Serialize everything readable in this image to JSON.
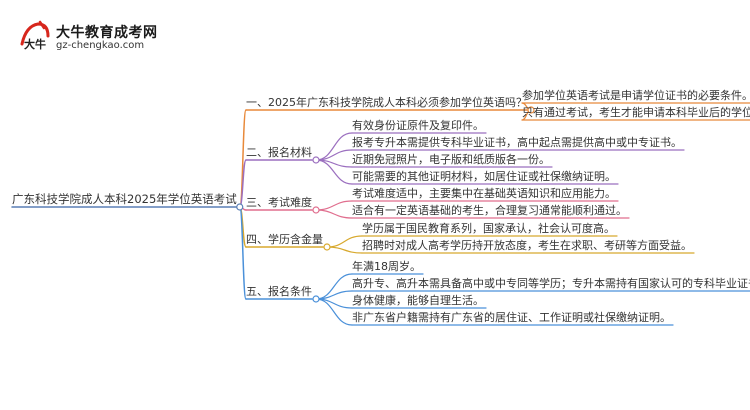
{
  "logo": {
    "title": "大牛教育成考网",
    "url": "gz-chengkao.com",
    "mark_text": "大牛"
  },
  "colors": {
    "root": "#5a7fb5",
    "b1": "#e8893a",
    "b2": "#9b6fbf",
    "b3": "#e06e8e",
    "b4": "#d8a92e",
    "b5": "#4a90d9",
    "logo_red": "#d7261c"
  },
  "mindmap": {
    "root": "广东科技学院成人本科2025年学位英语考试",
    "branches": [
      {
        "label": "一、2025年广东科技学院成人本科必须参加学位英语吗？",
        "children": [
          "参加学位英语考试是申请学位证书的必要条件。",
          "只有通过考试，考生才能申请本科毕业后的学位证。"
        ]
      },
      {
        "label": "二、报名材料",
        "children": [
          "有效身份证原件及复印件。",
          "报考专升本需提供专科毕业证书，高中起点需提供高中或中专证书。",
          "近期免冠照片，电子版和纸质版各一份。",
          "可能需要的其他证明材料，如居住证或社保缴纳证明。"
        ]
      },
      {
        "label": "三、考试难度",
        "children": [
          "考试难度适中，主要集中在基础英语知识和应用能力。",
          "适合有一定英语基础的考生，合理复习通常能顺利通过。"
        ]
      },
      {
        "label": "四、学历含金量",
        "children": [
          "学历属于国民教育系列，国家承认，社会认可度高。",
          "招聘时对成人高考学历持开放态度，考生在求职、考研等方面受益。"
        ]
      },
      {
        "label": "五、报名条件",
        "children": [
          "年满18周岁。",
          "高升专、高升本需具备高中或中专同等学历；专升本需持有国家认可的专科毕业证书。",
          "身体健康，能够自理生活。",
          "非广东省户籍需持有广东省的居住证、工作证明或社保缴纳证明。"
        ]
      }
    ]
  }
}
